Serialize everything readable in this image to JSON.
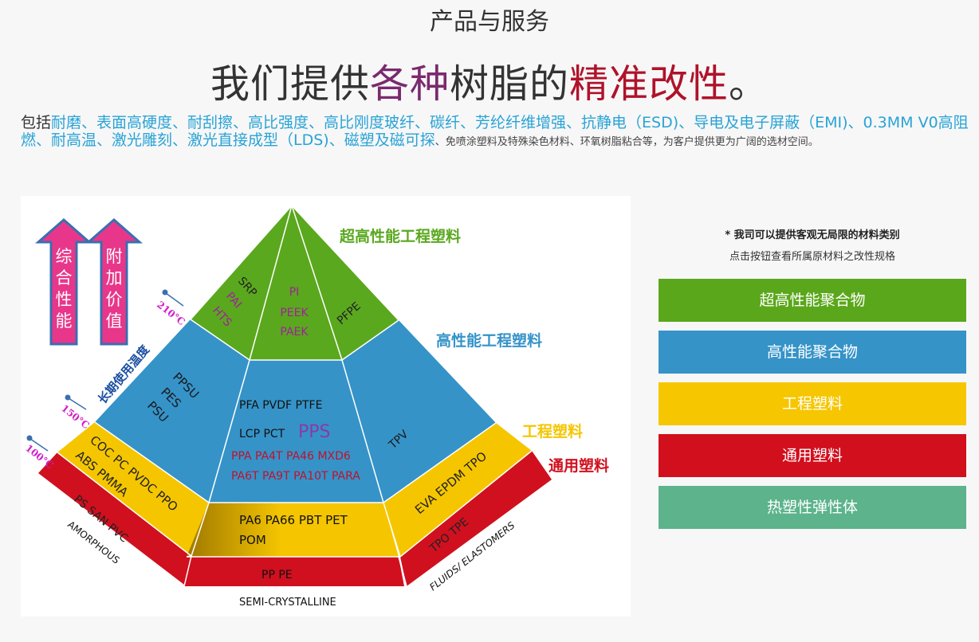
{
  "section": {
    "title": "产品与服务"
  },
  "headline": {
    "part1": "我们提供",
    "part2": "各种",
    "part3": "树脂的",
    "part4": "精准改性",
    "part5": "。"
  },
  "intro": {
    "prefix": "包括",
    "highlight": "耐磨、表面高硬度、耐刮擦、高比强度、高比刚度玻纤、碳纤、芳纶纤维增强、抗静电（ESD)、导电及电子屏蔽（EMI)、0.3MM V0高阻燃、耐高温、激光雕刻、激光直接成型（LDS)、磁塑及磁可探",
    "rest": "、免喷涂塑料及特殊染色材料、环氧树脂粘合等，为客户提供更为广阔的选材空间。"
  },
  "pyramid": {
    "arrow1": [
      "综",
      "合",
      "性",
      "能"
    ],
    "arrow2": [
      "附",
      "加",
      "价",
      "值"
    ],
    "temp_axis": "长期使用温度",
    "temps": [
      "210°C",
      "150°C",
      "100°C"
    ],
    "tier_labels": {
      "top": "超高性能工程塑料",
      "high": "高性能工程塑料",
      "eng": "工程塑料",
      "general": "通用塑料"
    },
    "top_left": [
      "SRP",
      "PAI",
      "HTS"
    ],
    "top_mid": [
      "PI",
      "PEEK",
      "PAEK"
    ],
    "top_right": "PFPE",
    "high_left": [
      "PPSU",
      "PES",
      "PSU"
    ],
    "center_line1": "PFA PVDF PTFE",
    "center_line2a": "LCP PCT",
    "center_line2b": "PPS",
    "center_line3": "PPA PA4T PA46 MXD6",
    "center_line4": "PA6T PA9T PA10T PARA",
    "high_right": "TPV",
    "eng_left": [
      "COC PC PVDC PPO",
      "ABS PMMA"
    ],
    "eng_mid": [
      "PA6 PA66  PBT PET",
      "POM"
    ],
    "eng_right": "EVA EPDM TPO",
    "gen_left": "PS SAN PVC",
    "gen_mid": "PP PE",
    "gen_right": "TPO TPE",
    "base_left": "AMORPHOUS",
    "base_mid": "SEMI-CRYSTALLINE",
    "base_right": "FLUIDS/ ELASTOMERS",
    "colors": {
      "green": "#5aa81e",
      "blue": "#3593c8",
      "yellow": "#f5c600",
      "red": "#d0101e"
    }
  },
  "side": {
    "note1": "* 我司可以提供客观无局限的材料类别",
    "note2": "点击按钮查看所属原材料之改性规格",
    "buttons": [
      {
        "label": "超高性能聚合物",
        "color": "#5ba71b"
      },
      {
        "label": "高性能聚合物",
        "color": "#3593c8"
      },
      {
        "label": "工程塑料",
        "color": "#f6c600"
      },
      {
        "label": "通用塑料",
        "color": "#d20f1d"
      },
      {
        "label": "热塑性弹性体",
        "color": "#5cb38c"
      }
    ]
  }
}
